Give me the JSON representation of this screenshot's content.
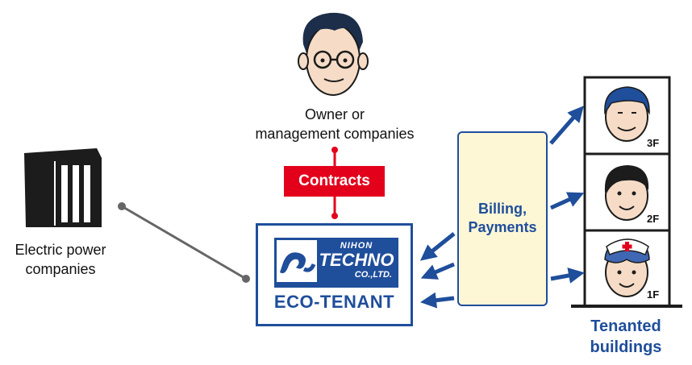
{
  "owner": {
    "label_line1": "Owner or",
    "label_line2": "management companies"
  },
  "contracts": {
    "label": "Contracts"
  },
  "power": {
    "label_line1": "Electric power",
    "label_line2": "companies"
  },
  "eco_tenant": {
    "logo_line1": "NIHON",
    "logo_line2": "TECHNO",
    "logo_line3": "CO.,LTD.",
    "product_name": "ECO-TENANT"
  },
  "billing": {
    "label_line1": "Billing,",
    "label_line2": "Payments"
  },
  "building": {
    "floors": [
      {
        "floor": "3F"
      },
      {
        "floor": "2F"
      },
      {
        "floor": "1F"
      }
    ],
    "label_line1": "Tenanted",
    "label_line2": "buildings"
  },
  "colors": {
    "brand_blue": "#1f4e9b",
    "contract_red": "#e3001b",
    "billing_fill": "#fdf7d6",
    "connector_gray": "#666666"
  }
}
